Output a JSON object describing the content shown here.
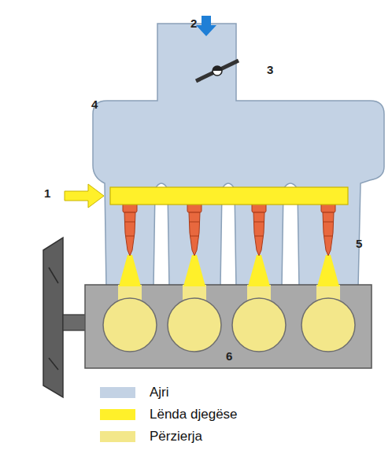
{
  "diagram": {
    "labels": [
      "1",
      "2",
      "3",
      "4",
      "5",
      "6"
    ],
    "legend": [
      {
        "text": "Ajri",
        "color": "#c3d2e4"
      },
      {
        "text": "Lënda djegëse",
        "color": "#fff02a"
      },
      {
        "text": "Përzierja",
        "color": "#f3e78a"
      }
    ]
  }
}
